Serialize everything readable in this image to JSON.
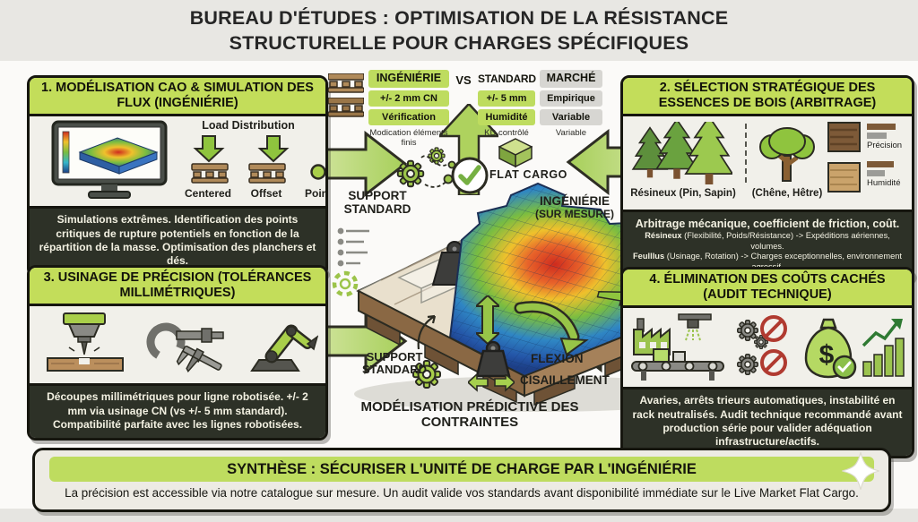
{
  "title": {
    "line1": "BUREAU D'ÉTUDES : OPTIMISATION DE LA RÉSISTANCE",
    "line2": "STRUCTURELLE POUR CHARGES SPÉCIFIQUES"
  },
  "panels": {
    "p1": {
      "title": "1. MODÉLISATION CAO & SIMULATION DES FLUX (INGÉNIÉRIE)",
      "load_distribution": "Load Distribution",
      "load_types": [
        "Centered",
        "Offset",
        "Point"
      ],
      "body": "Simulations extrêmes. Identification des points critiques de rupture potentiels en fonction de la répartition de la masse. Optimisation des planchers et dés."
    },
    "p2": {
      "title": "2. SÉLECTION STRATÉGIQUE DES ESSENCES DE BOIS (ARBITRAGE)",
      "softwood": "Résineux (Pin, Sapin)",
      "hardwood": "(Chêne, Hêtre)",
      "metric_precision": "Précision",
      "metric_humidity": "Humidité",
      "body1": "Arbitrage mécanique, coefficient de friction, coût.",
      "body2_bold": "Résineux",
      "body2_rest": " (Flexibilité, Poids/Résistance) -> Expéditions aériennes, volumes.",
      "body3_bold": "Feulllus",
      "body3_rest": " (Usinage, Rotation) -> Charges exceptionnelles, environnement agressif."
    },
    "p3": {
      "title": "3. USINAGE DE PRÉCISION (TOLÉRANCES MILLIMÉTRIQUES)",
      "body": "Découpes millimétriques pour ligne robotisée. +/- 2 mm via usinage CN (vs +/- 5 mm standard). Compatibilité parfaite avec les lignes robotisées."
    },
    "p4": {
      "title": "4. ÉLIMINATION DES COÛTS CACHÉS (AUDIT TECHNIQUE)",
      "body": "Avaries, arrêts trieurs automatiques, instabilité en rack neutralisés. Audit technique recommandé avant production série pour valider adéquation infrastructure/actifs.",
      "dollar": "$"
    }
  },
  "comparison": {
    "engineering": {
      "header": "INGÉNIÉRIE",
      "rows": [
        "+/- 2 mm CN",
        "Vérification"
      ],
      "note": "Modication éléments finis"
    },
    "vs": "VS",
    "standard": {
      "header": "STANDARD",
      "rows": [
        "+/- 5 mm",
        "Humidité"
      ],
      "note": "KD contrôlé"
    },
    "market": {
      "header": "MARCHÉ",
      "rows": [
        "Empirique",
        "Variable"
      ],
      "note": "Variable"
    }
  },
  "center": {
    "flat_cargo": "FLAT CARGO",
    "support_standard_top": "SUPPORT STANDARD",
    "ingenierie": "INGÉNIÉRIE",
    "sur_mesure": "(SUR MESURE)",
    "support_standard_bottom": "SUPPORT STANDARD",
    "flexion": "FLEXION",
    "cisaillement": "CISAILLEMENT",
    "modelisation": "MODÉLISATION PRÉDICTIVE DES CONTRAINTES"
  },
  "synthesis": {
    "headline": "SYNTHÈSE : SÉCURISER L'UNITÉ DE CHARGE PAR L'INGÉNIÉRIE",
    "body": "La précision est accessible via notre catalogue sur mesure. Un audit valide vos standards avant disponibilité immédiate sur le Live Market Flat Cargo."
  },
  "colors": {
    "accent_green": "#bedc5f",
    "arrow_green": "#aed25e",
    "dark_box": "#2d3127",
    "ban_red": "#b03a30",
    "heat_red": "#cf2b1e",
    "heat_blue": "#1d3f86"
  }
}
